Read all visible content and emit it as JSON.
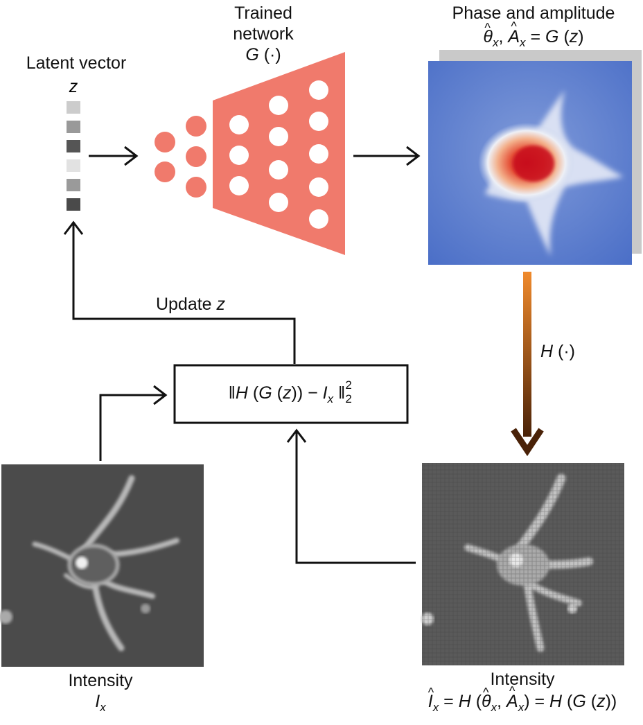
{
  "latent": {
    "title": "Latent vector",
    "var": "z",
    "cell_colors": [
      "#cccccc",
      "#999999",
      "#555555",
      "#e2e2e2",
      "#9a9a9a",
      "#4a4a4a"
    ]
  },
  "network": {
    "line1": "Trained",
    "line2": "network",
    "symbol": "G",
    "arg": " (·)",
    "color": "#f07a6c"
  },
  "phase": {
    "title": "Phase and amplitude",
    "theta": "θ",
    "sub": "x",
    "A": "A",
    "G": "G",
    "z": "z"
  },
  "op": {
    "symbol": "H",
    "arg": " (·)"
  },
  "update": {
    "label": "Update ",
    "var": "z"
  },
  "loss": {
    "H": "H",
    "G": "G",
    "z": "z",
    "I": "I",
    "sub": "x",
    "sup": "2",
    "low": "2"
  },
  "left_image": {
    "title": "Intensity",
    "var": "I",
    "sub": "x"
  },
  "right_image": {
    "title": "Intensity",
    "I": "I",
    "sub": "x",
    "H": "H",
    "theta": "θ",
    "A": "A",
    "G": "G",
    "z": "z"
  },
  "colors": {
    "arrow_top": "#f08a2c",
    "arrow_bottom": "#4a2208",
    "heat_low": "#4a6ec7",
    "heat_high": "#d21f2a"
  }
}
